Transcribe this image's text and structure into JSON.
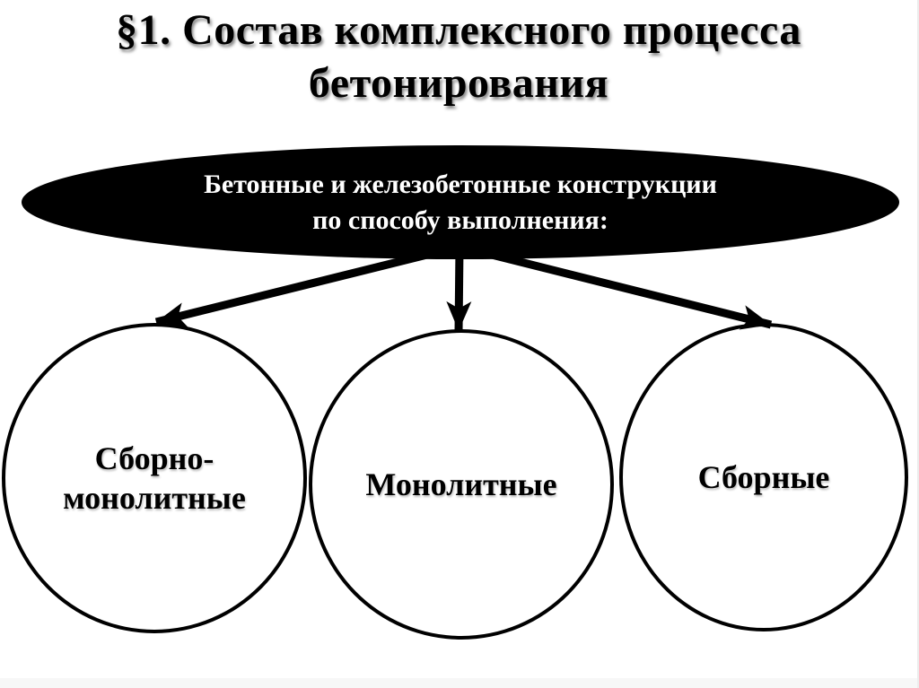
{
  "title": {
    "line1": "§1. Состав комплексного процесса",
    "line2": "бетонирования"
  },
  "ellipse": {
    "line1": "Бетонные и железобетонные конструкции",
    "line2": "по способу выполнения:"
  },
  "circles": [
    {
      "line1": "Сборно-",
      "line2": "монолитные"
    },
    {
      "line1": "Монолитные"
    },
    {
      "line1": "Сборные"
    }
  ],
  "colors": {
    "background": "#ffffff",
    "shape_fill": "#000000",
    "shape_text": "#ffffff",
    "title_text": "#000000",
    "circle_outline": "#000000"
  }
}
